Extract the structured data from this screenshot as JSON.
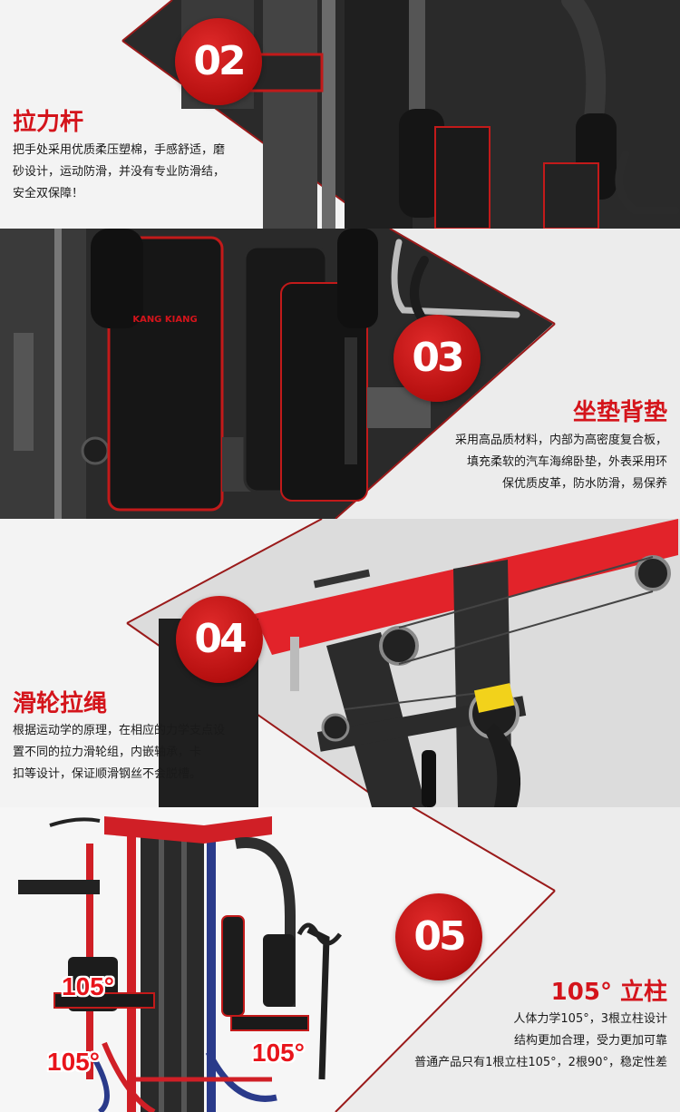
{
  "sections": [
    {
      "number": "02",
      "title": "拉力杆",
      "lines": [
        "把手处采用优质柔压塑棉，手感舒适，磨",
        "砂设计，运动防滑，并没有专业防滑结，",
        "安全双保障！"
      ]
    },
    {
      "number": "03",
      "title": "坐垫背垫",
      "lines": [
        "采用高品质材料，内部为高密度复合板，",
        "填充柔软的汽车海绵卧垫，外表采用环",
        "保优质皮革，防水防滑，易保养"
      ]
    },
    {
      "number": "04",
      "title": "滑轮拉绳",
      "lines": [
        "根据运动学的原理，在相应的力学支点设",
        "置不同的拉力滑轮组，内嵌轴承，卡",
        "扣等设计，保证顺滑钢丝不会脱槽。"
      ]
    },
    {
      "number": "05",
      "title": "105° 立柱",
      "lines": [
        "人体力学105°，3根立柱设计",
        "结构更加合理，受力更加可靠",
        "普通产品只有1根立柱105°，2根90°，稳定性差"
      ]
    }
  ],
  "angle_labels": [
    "105°",
    "105°",
    "105°"
  ],
  "brand_text": "KANG KIANG",
  "colors": {
    "accent": "#d4141b",
    "frame_red": "#e2232a",
    "dark": "#1c1c1c"
  }
}
